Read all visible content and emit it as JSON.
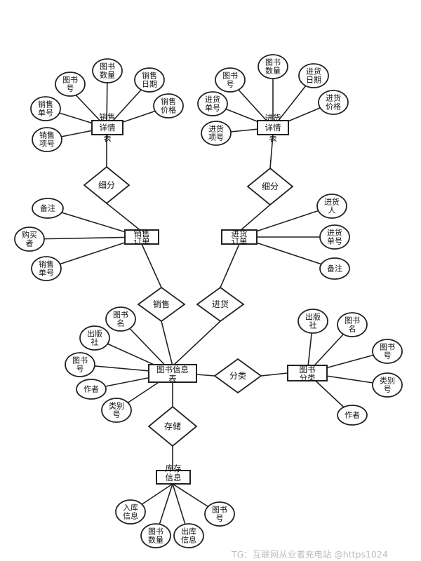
{
  "entities": {
    "sales_detail": [
      "销售",
      "详情",
      "表"
    ],
    "purchase_detail": [
      "进货",
      "详情",
      "表"
    ],
    "sales_order": [
      "销售",
      "订单"
    ],
    "purchase_order": [
      "进货",
      "订单"
    ],
    "book_info": [
      "图书信息",
      "表"
    ],
    "book_category": [
      "图书",
      "分类"
    ],
    "stock_info": [
      "库存",
      "信息"
    ]
  },
  "relationships": {
    "sales_detail_split": "细分",
    "purchase_detail_split": "细分",
    "sale": "销售",
    "purchase": "进货",
    "classify": "分类",
    "store": "存储"
  },
  "attributes": {
    "sales_detail": [
      [
        "图书",
        "号"
      ],
      [
        "图书",
        "数量"
      ],
      [
        "销售",
        "日期"
      ],
      [
        "销售",
        "单号"
      ],
      [
        "销售",
        "价格"
      ],
      [
        "销售",
        "项号"
      ]
    ],
    "purchase_detail": [
      [
        "图书",
        "号"
      ],
      [
        "图书",
        "数量"
      ],
      [
        "进货",
        "日期"
      ],
      [
        "进货",
        "单号"
      ],
      [
        "进货",
        "价格"
      ],
      [
        "进货",
        "项号"
      ]
    ],
    "sales_order": [
      [
        "备注"
      ],
      [
        "购买",
        "者"
      ],
      [
        "销售",
        "单号"
      ]
    ],
    "purchase_order": [
      [
        "进货",
        "人"
      ],
      [
        "进货",
        "单号"
      ],
      [
        "备注"
      ]
    ],
    "book_info": [
      [
        "图书",
        "名"
      ],
      [
        "出版",
        "社"
      ],
      [
        "图书",
        "号"
      ],
      [
        "作者"
      ],
      [
        "类别",
        "号"
      ]
    ],
    "book_category": [
      [
        "出版",
        "社"
      ],
      [
        "图书",
        "名"
      ],
      [
        "图书",
        "号"
      ],
      [
        "类别",
        "号"
      ],
      [
        "作者"
      ]
    ],
    "stock_info": [
      [
        "入库",
        "信息"
      ],
      [
        "图书",
        "数量"
      ],
      [
        "出库",
        "信息"
      ],
      [
        "图书",
        "号"
      ]
    ]
  },
  "watermark": "TG：互联网从业者充电站 @https1024"
}
